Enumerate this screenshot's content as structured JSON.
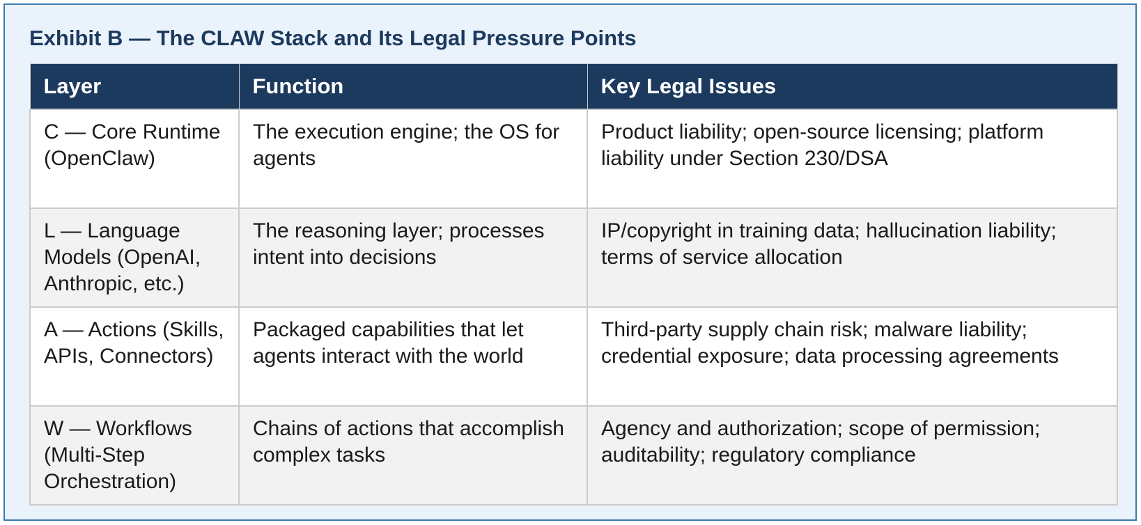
{
  "exhibit": {
    "title": "Exhibit B — The CLAW Stack and Its Legal Pressure Points"
  },
  "table": {
    "headers": [
      "Layer",
      "Function",
      "Key Legal Issues"
    ],
    "rows": [
      {
        "layer": "C — Core Runtime (OpenClaw)",
        "function": "The execution engine; the OS for agents",
        "issues": "Product liability; open-source licensing; platform liability under Section 230/DSA"
      },
      {
        "layer": "L — Language Models (OpenAI, Anthropic, etc.)",
        "function": "The reasoning layer; processes intent into decisions",
        "issues": "IP/copyright in training data; hallucination liability; terms of service allocation"
      },
      {
        "layer": "A — Actions (Skills, APIs, Connectors)",
        "function": "Packaged capabilities that let agents interact with the world",
        "issues": "Third-party supply chain risk; malware liability; credential exposure; data processing agreements"
      },
      {
        "layer": "W — Workflows (Multi-Step Orchestration)",
        "function": "Chains of actions that accomplish complex tasks",
        "issues": "Agency and authorization; scope of permission; auditability; regulatory compliance"
      }
    ]
  }
}
